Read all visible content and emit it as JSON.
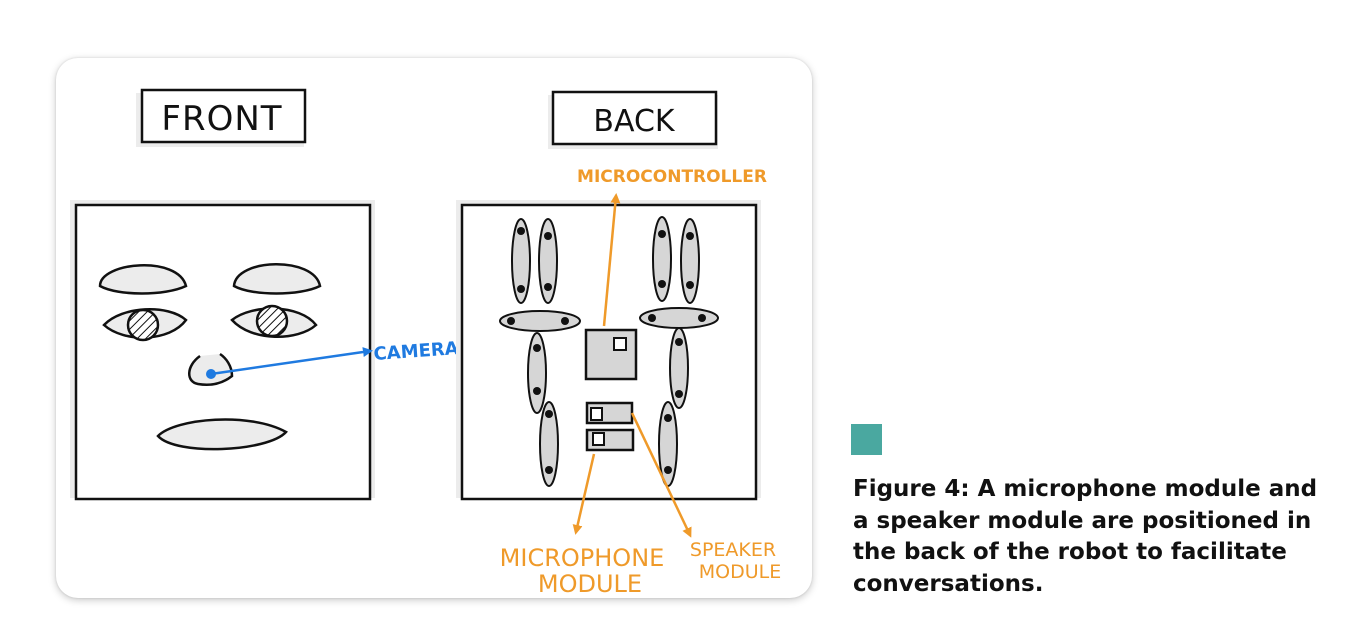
{
  "diagram": {
    "front_label": "FRONT",
    "back_label": "BACK",
    "camera_label": "CAMERA",
    "microcontroller_label": "MICROCONTROLLER",
    "microphone_label_line1": "MICROPHONE",
    "microphone_label_line2": "MODULE",
    "speaker_label_line1": "SPEAKER",
    "speaker_label_line2": "MODULE",
    "colors": {
      "ink": "#111111",
      "annotation_orange": "#ef9a2a",
      "camera_blue": "#1f7ae0",
      "component_fill": "#d6d6d6",
      "shadow_fill": "#ececec"
    }
  },
  "caption": {
    "text": "Figure 4: A microphone module and a speaker module are positioned in the back of the robot to facilitate conversations.",
    "accent_color": "#4aa8a0"
  }
}
